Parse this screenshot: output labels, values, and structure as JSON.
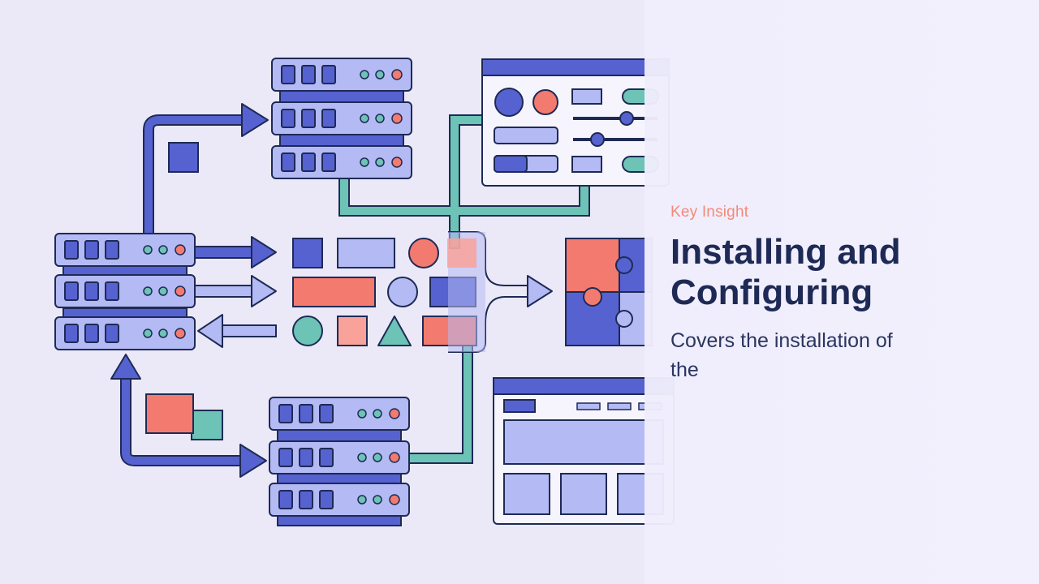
{
  "slide": {
    "eyebrow": "Key Insight",
    "title": "Installing and Configuring",
    "subtitle": "Covers the installation of the"
  },
  "colors": {
    "background": "#ebe9f8",
    "primary_blue": "#5662cf",
    "light_blue": "#b4baf3",
    "coral": "#f37a6f",
    "teal": "#6cc3b6",
    "outline": "#1e2a55",
    "accent_text": "#f28a7a"
  },
  "icons": [
    "server-icon",
    "puzzle-icon",
    "settings-window-icon",
    "browser-window-icon",
    "arrow-icon",
    "shape-icons"
  ]
}
